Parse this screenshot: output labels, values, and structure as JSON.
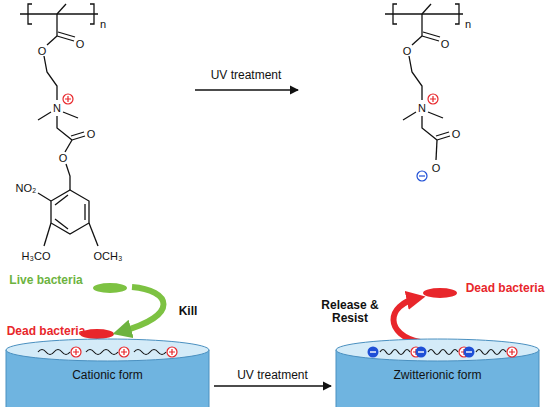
{
  "diagram": {
    "nodes": [
      {
        "text": [
          "Cationic form"
        ]
      },
      {
        "text": [
          "Zwitterionic form"
        ]
      }
    ],
    "edges": [
      {
        "from": 0,
        "to": 1,
        "arrow": "to",
        "label": "UV treatment"
      }
    ],
    "labels": [
      "n",
      "O",
      "O",
      "N",
      "O",
      "O",
      "NO₂",
      "H₃CO",
      "OCH₃",
      "UV treatment",
      "n",
      "O",
      "O",
      "N",
      "O",
      "O",
      "Live bacteria",
      "Kill",
      "Dead bacteria",
      "Dead bacteria",
      "Release & Resist"
    ]
  }
}
